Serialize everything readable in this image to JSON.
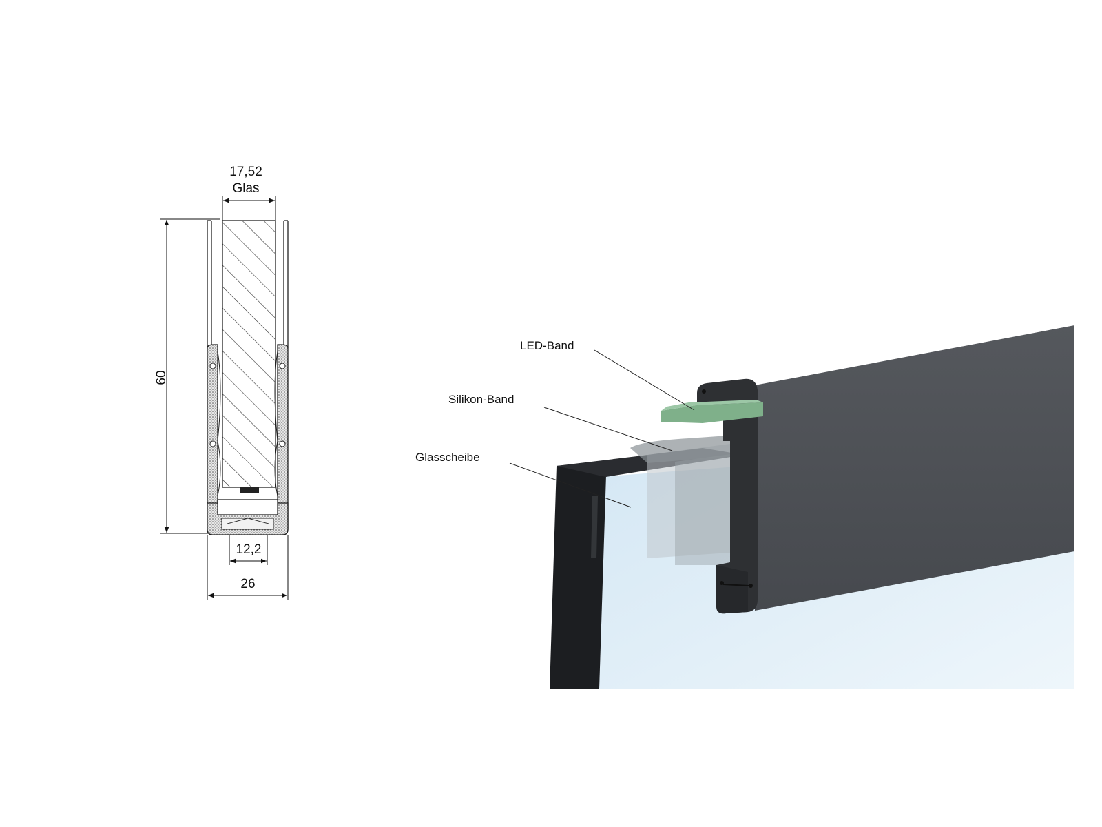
{
  "cross_section": {
    "glass_thickness_value": "17,52",
    "glass_thickness_label": "Glas",
    "height_value": "60",
    "inner_width_value": "12,2",
    "outer_width_value": "26"
  },
  "render_3d": {
    "callouts": {
      "led_band": "LED-Band",
      "silicone_band": "Silikon-Band",
      "glass_pane": "Glasscheibe"
    },
    "colors": {
      "profile": "#4a4d52",
      "profile_dark": "#2e3033",
      "led_band": "#7fb08a",
      "glass_edge": "#1a1c1f",
      "glass_face": "#dcecf7"
    }
  }
}
